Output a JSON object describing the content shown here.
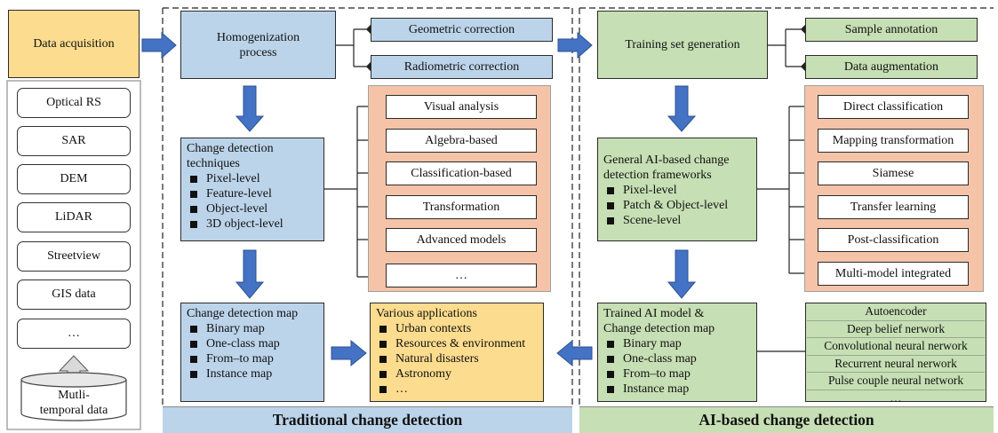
{
  "left": {
    "acquisition": "Data acquisition",
    "sources": [
      "Optical RS",
      "SAR",
      "DEM",
      "LiDAR",
      "Streetview",
      "GIS data",
      "…"
    ],
    "temporal": [
      "Mutli-",
      "temporal data"
    ]
  },
  "traditional": {
    "homogenization": [
      "Homogenization",
      "process"
    ],
    "corrections": [
      "Geometric correction",
      "Radiometric correction"
    ],
    "techniques_title": [
      "Change detection",
      "techniques"
    ],
    "techniques": [
      "Pixel-level",
      "Feature-level",
      "Object-level",
      "3D object-level"
    ],
    "methods": [
      "Visual analysis",
      "Algebra-based",
      "Classification-based",
      "Transformation",
      "Advanced models",
      "…"
    ],
    "map_title": "Change detection map",
    "maps": [
      "Binary map",
      "One-class map",
      "From–to map",
      "Instance map"
    ],
    "footer": "Traditional change detection"
  },
  "applications": {
    "title": "Various applications",
    "items": [
      "Urban contexts",
      "Resources & environment",
      "Natural disasters",
      "Astronomy",
      "…"
    ]
  },
  "ai": {
    "training": "Training set generation",
    "steps": [
      "Sample annotation",
      "Data augmentation"
    ],
    "frameworks_title": [
      "General AI-based change",
      "detection frameworks"
    ],
    "frameworks": [
      "Pixel-level",
      "Patch & Object-level",
      "Scene-level"
    ],
    "methods": [
      "Direct classification",
      "Mapping transformation",
      "Siamese",
      "Transfer learning",
      "Post-classification",
      "Multi-model integrated"
    ],
    "map_title": [
      "Trained AI model &",
      "Change detection map"
    ],
    "maps": [
      "Binary map",
      "One-class map",
      "From–to map",
      "Instance map"
    ],
    "models": [
      "Autoencoder",
      "Deep belief nerwork",
      "Convolutional  neural nerwork",
      "Recurrent neural nerwork",
      "Pulse couple neural network",
      "…"
    ],
    "footer": "AI-based change detection"
  },
  "colors": {
    "blue_box": "#bcd4ea",
    "green_box": "#c6dfb4",
    "yellow_box": "#fcdc8e",
    "method_panel": "#f5c4a8",
    "arrow": "#4472c4"
  }
}
